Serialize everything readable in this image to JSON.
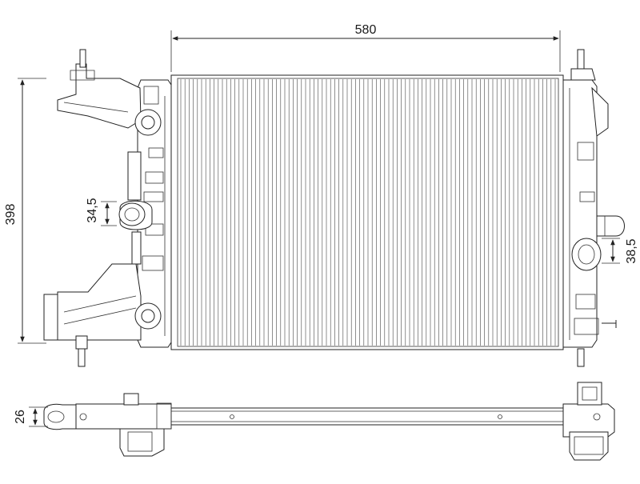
{
  "dimensions": {
    "width": "580",
    "height": "398",
    "inlet_offset": "34,5",
    "outlet_offset": "38,5",
    "depth": "26"
  },
  "colors": {
    "line": "#222222",
    "background": "#ffffff"
  }
}
